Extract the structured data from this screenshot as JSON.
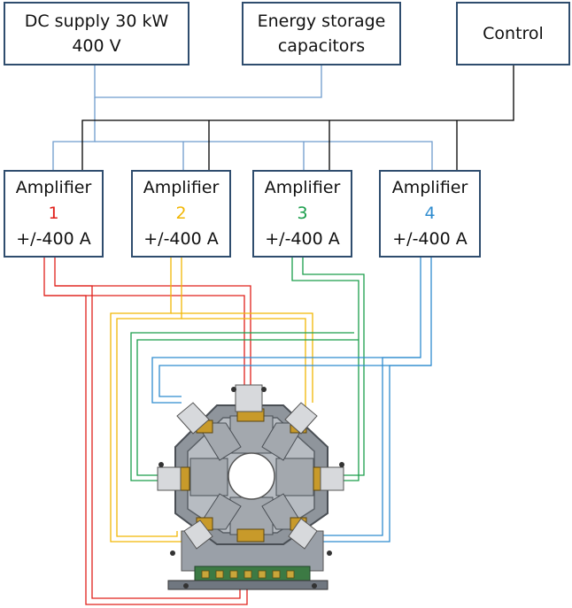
{
  "top_boxes": {
    "dc_supply": {
      "line1": "DC supply 30 kW",
      "line2": "400 V"
    },
    "energy_storage": {
      "line1": "Energy storage",
      "line2": "capacitors"
    },
    "control": {
      "line1": "Control"
    }
  },
  "amplifiers": [
    {
      "title": "Amplifier",
      "number": "1",
      "rating": "+/-400 A",
      "color": "#e0201b"
    },
    {
      "title": "Amplifier",
      "number": "2",
      "rating": "+/-400 A",
      "color": "#f2b705"
    },
    {
      "title": "Amplifier",
      "number": "3",
      "rating": "+/-400 A",
      "color": "#1a9e4b"
    },
    {
      "title": "Amplifier",
      "number": "4",
      "rating": "+/-400 A",
      "color": "#2f8ccf"
    }
  ],
  "line_colors": {
    "power": "#6e9ccd",
    "control": "#000000"
  },
  "device": {
    "image": "magnet-coil-assembly"
  }
}
